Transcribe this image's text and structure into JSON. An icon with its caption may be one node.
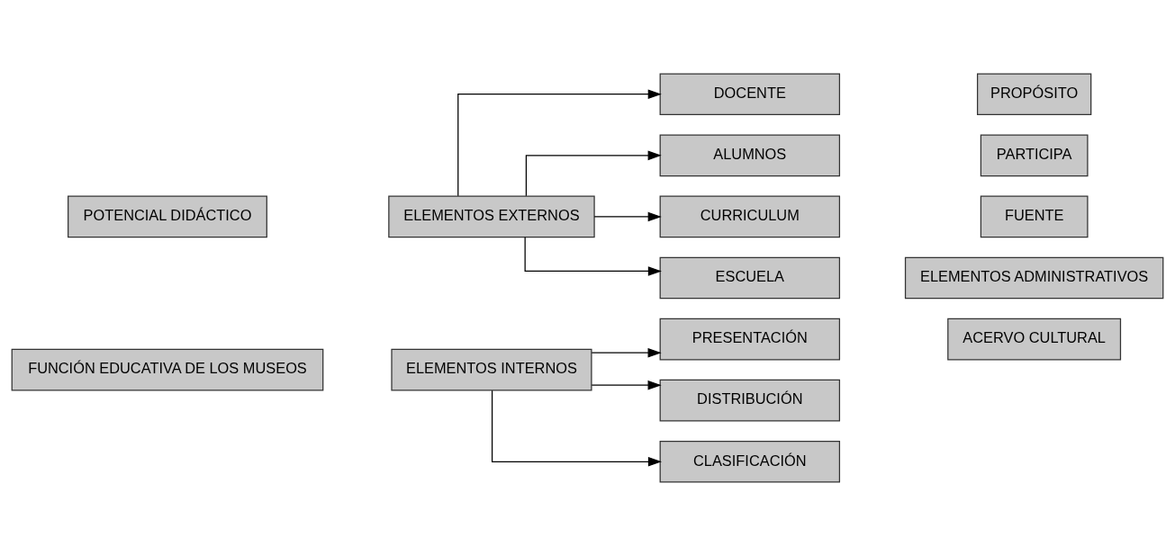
{
  "diagram": {
    "nodes": [
      {
        "text": [
          "FUNCIÓN EDUCATIVA DE LOS MUSEOS"
        ]
      },
      {
        "text": [
          "ELEMENTOS INTERNOS"
        ]
      },
      {
        "text": [
          "PRESENTACIÓN"
        ]
      },
      {
        "text": [
          "DISTRIBUCIÓN"
        ]
      },
      {
        "text": [
          "CLASIFICACIÓN"
        ]
      },
      {
        "text": [
          "ACERVO CULTURAL"
        ]
      },
      {
        "text": [
          "POTENCIAL DIDÁCTICO"
        ]
      },
      {
        "text": [
          "ELEMENTOS EXTERNOS"
        ]
      },
      {
        "text": [
          "DOCENTE"
        ]
      },
      {
        "text": [
          "ALUMNOS"
        ]
      },
      {
        "text": [
          "CURRICULUM"
        ]
      },
      {
        "text": [
          "ESCUELA"
        ]
      },
      {
        "text": [
          "FUENTE"
        ]
      },
      {
        "text": [
          "PARTICIPA"
        ]
      },
      {
        "text": [
          "PROPÓSITO"
        ]
      },
      {
        "text": [
          "ELEMENTOS ADMINISTRATIVOS"
        ]
      }
    ],
    "edges": [
      {
        "from": 1,
        "to": 2,
        "arrow": "to"
      },
      {
        "from": 1,
        "to": 3,
        "arrow": "to"
      },
      {
        "from": 1,
        "to": 4,
        "arrow": "to"
      },
      {
        "from": 7,
        "to": 8,
        "arrow": "to"
      },
      {
        "from": 7,
        "to": 9,
        "arrow": "to"
      },
      {
        "from": 7,
        "to": 10,
        "arrow": "to"
      },
      {
        "from": 7,
        "to": 11,
        "arrow": "to"
      }
    ]
  }
}
